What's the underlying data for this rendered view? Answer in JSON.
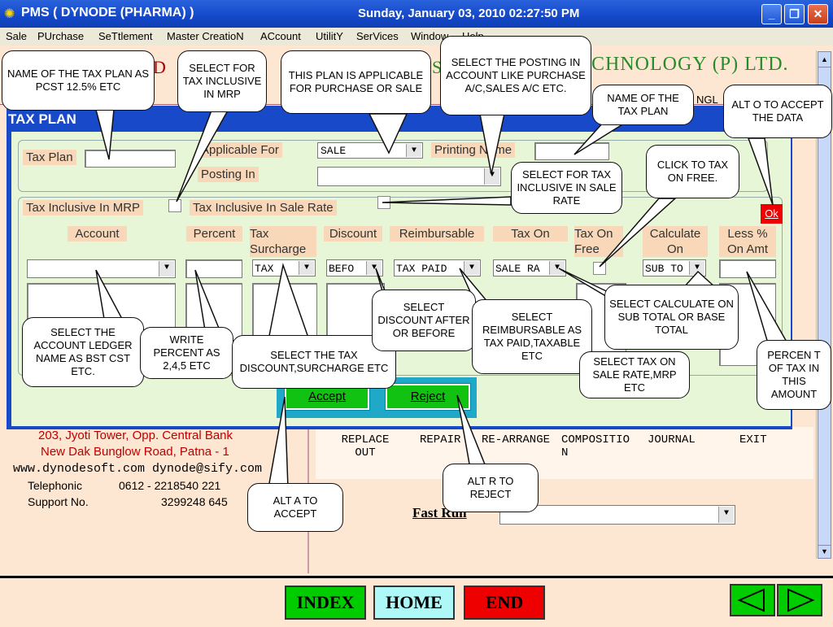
{
  "window": {
    "title": "PMS ( DYNODE (PHARMA) )",
    "datetime": "Sunday, January 03, 2010  02:27:50 PM"
  },
  "menu": [
    "Sale",
    "PUrchase",
    "SeTtlement",
    "Master CreatioN",
    "ACcount",
    "UtilitY",
    "SerVices",
    "Window",
    "Help"
  ],
  "background": {
    "company": "CHNOLOGY (P) LTD.",
    "company_fragment_left": "D",
    "company_fragment_mid": "S",
    "side_fragment": "NGL",
    "address1": "203, Jyoti Tower, Opp. Central Bank",
    "address2": "New Dak Bunglow Road, Patna - 1",
    "web": "www.dynodesoft.com  dynode@sify.com",
    "tel_label": "Telephonic",
    "tel_value": "0612 - 2218540  221",
    "support_label": "Support No.",
    "support_value": "3299248  645",
    "menu_items": [
      "REPLACE OUT",
      "REPAIR",
      "RE-ARRANGE",
      "COMPOSITION",
      "JOURNAL",
      "EXIT"
    ],
    "fast_run": "Fast Run"
  },
  "dialog": {
    "title": "TAX PLAN",
    "tax_plan_label": "Tax Plan",
    "tax_plan_value": "",
    "applicable_for_label": "Applicable For",
    "applicable_for_value": "SALE",
    "printing_name_label": "Printing Name",
    "posting_in_label": "Posting In",
    "posting_in_value": "",
    "tax_incl_mrp_label": "Tax Inclusive In MRP",
    "tax_incl_sale_label": "Tax Inclusive In Sale Rate",
    "ok_label": "Ok",
    "columns": {
      "account": "Account",
      "percent": "Percent",
      "tax_surcharge": "Tax Surcharge",
      "discount": "Discount",
      "reimbursable": "Reimbursable",
      "tax_on": "Tax On",
      "tax_on_free": "Tax On Free",
      "calculate_on": "Calculate On",
      "less_pct": "Less % On Amt"
    },
    "values": {
      "tax_surcharge": "TAX",
      "discount": "BEFO",
      "reimbursable": "TAX PAID",
      "tax_on": "SALE RA",
      "calculate_on": "SUB TO"
    },
    "accept_label": "Accept",
    "reject_label": "Reject"
  },
  "callouts": {
    "c1": "NAME OF THE TAX PLAN AS PCST 12.5% ETC",
    "c2": "SELECT FOR TAX INCLUSIVE IN MRP",
    "c3": "THIS PLAN IS APPLICABLE FOR PURCHASE OR SALE",
    "c4": "SELECT THE POSTING IN ACCOUNT LIKE PURCHASE A/C,SALES A/C ETC.",
    "c5": "NAME OF THE TAX PLAN",
    "c6": "ALT O TO ACCEPT THE DATA",
    "c7": "CLICK TO TAX ON FREE.",
    "c8": "SELECT FOR TAX INCLUSIVE IN SALE RATE",
    "c9": "SELECT THE ACCOUNT LEDGER NAME AS BST CST ETC.",
    "c10": "WRITE PERCENT AS  2,4,5 ETC",
    "c11": "SELECT THE TAX DISCOUNT,SURCHARGE ETC",
    "c12": "SELECT DISCOUNT AFTER OR BEFORE",
    "c13": "SELECT REIMBURSABLE AS TAX PAID,TAXABLE ETC",
    "c14": "SELECT CALCULATE ON SUB TOTAL OR BASE TOTAL",
    "c15": "SELECT TAX ON SALE RATE,MRP ETC",
    "c16": "PERCEN T OF TAX IN THIS AMOUNT",
    "c17": "ALT A TO ACCEPT",
    "c18": "ALT R TO REJECT"
  },
  "footer": {
    "index": "INDEX",
    "home": "HOME",
    "end": "END"
  }
}
